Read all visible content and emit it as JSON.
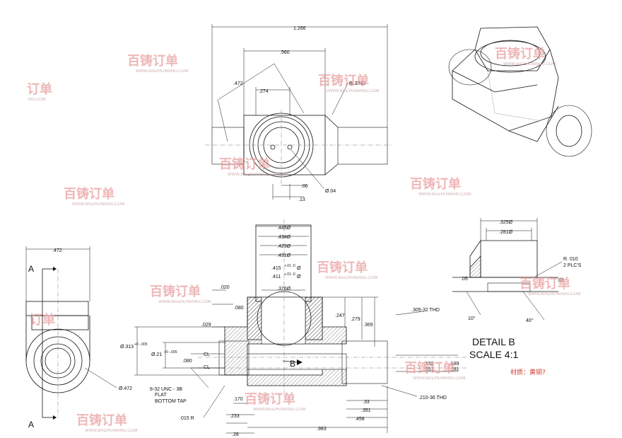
{
  "dimensions": {
    "top_view": {
      "overall_length": "1.266",
      "body_length": ".560",
      "angle_dim": ".472",
      "hole_spacing": ".274",
      "blend_label": "BLEND",
      "pin_offset": ".06",
      "pin_dia": "Ø.04",
      "pin_length": ".13"
    },
    "side_view": {
      "width": ".472",
      "section_label": "A",
      "diameter": "Ø.472"
    },
    "section_view": {
      "d445": ".445Ø",
      "d434": ".434Ø",
      "d423": ".423Ø",
      "d431": ".431Ø",
      "d415": ".415",
      "d415_tol": "+.01 -0",
      "d411": ".411",
      "d411_tol": "+.01 -0",
      "d376": ".376Ø",
      "sym_dia": "Ø",
      "d020": ".020",
      "d080a": ".080",
      "d029": ".029",
      "d313": "Ø.313",
      "d313_tol": "+0 -.005",
      "d21": "Ø.21",
      "d21_tol": "+0 -.005",
      "d080b": ".080",
      "cl_a": "CL",
      "cl_b": "CL",
      "unc": "8-32 UNC - 3B",
      "unc2": "FLAT",
      "unc3": "BOTTOM TAP",
      "r015": ".015 R",
      "d170": ".170",
      "d233": ".233",
      "d28": ".28",
      "d983": ".983",
      "d458": ".458",
      "d351": ".351",
      "d33": ".33",
      "d247": ".247",
      "d279": ".279",
      "d369": ".369",
      "thd305": ".305-32 THD",
      "thd210": ".210-36 THD",
      "d155": ".155",
      "d151": ".151",
      "d189": ".189",
      "d181": ".181",
      "detail_ref": "B"
    },
    "detail_b": {
      "d325": ".325Ø",
      "d281": ".281Ø",
      "r010": "R. 010",
      "plcs": "2 PLC'S",
      "d02": ".02",
      "d05": ".05",
      "ang10": "10°",
      "ang40": "40°",
      "title": "DETAIL B",
      "scale": "SCALE 4:1"
    }
  },
  "material_note": "材质：黄铜?",
  "watermark": {
    "brand": "百铸订单",
    "url": "WWW.BAIZHUWANG.COM",
    "partial_brand": "订单",
    "partial_url": "NG.COM"
  }
}
